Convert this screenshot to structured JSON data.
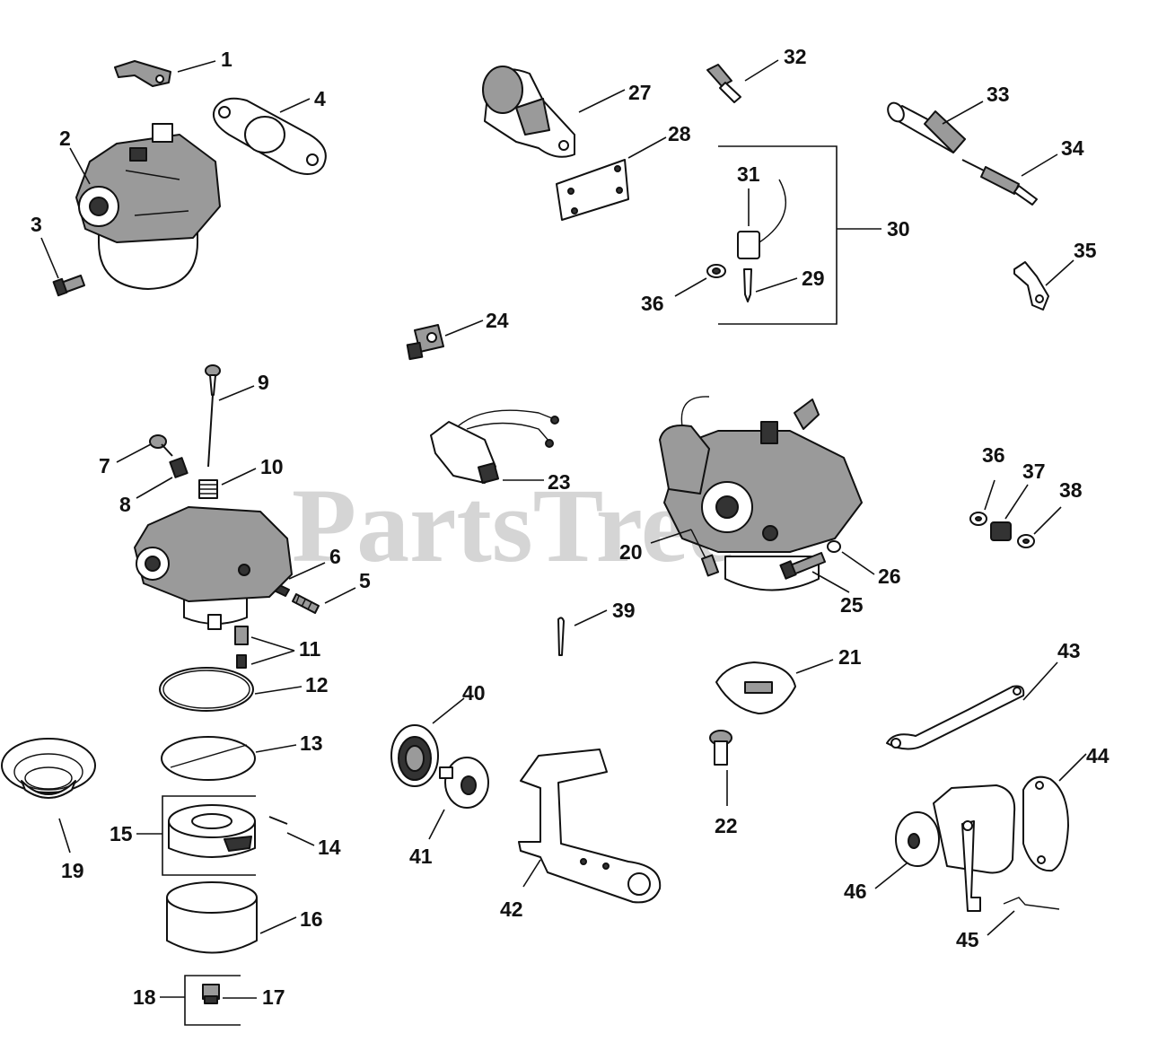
{
  "watermark": "PartsTree",
  "callouts": {
    "c1": "1",
    "c2": "2",
    "c3": "3",
    "c4": "4",
    "c5": "5",
    "c6": "6",
    "c7": "7",
    "c8": "8",
    "c9": "9",
    "c10": "10",
    "c11": "11",
    "c12": "12",
    "c13": "13",
    "c14": "14",
    "c15": "15",
    "c16": "16",
    "c17": "17",
    "c18": "18",
    "c19": "19",
    "c20": "20",
    "c21": "21",
    "c22": "22",
    "c23": "23",
    "c24": "24",
    "c25": "25",
    "c26": "26",
    "c27": "27",
    "c28": "28",
    "c29": "29",
    "c30": "30",
    "c31": "31",
    "c32": "32",
    "c33": "33",
    "c34": "34",
    "c35": "35",
    "c36a": "36",
    "c36b": "36",
    "c37": "37",
    "c38": "38",
    "c39": "39",
    "c40": "40",
    "c41": "41",
    "c42": "42",
    "c43": "43",
    "c44": "44",
    "c45": "45",
    "c46": "46"
  }
}
